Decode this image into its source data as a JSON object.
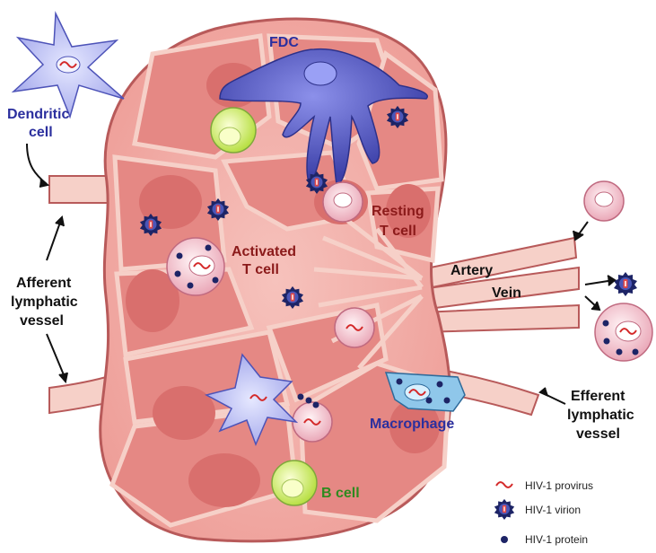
{
  "labels": {
    "fdc": "FDC",
    "dendritic_line1": "Dendritic",
    "dendritic_line2": "cell",
    "resting_line1": "Resting",
    "resting_line2": "T cell",
    "activated_line1": "Activated",
    "activated_line2": "T cell",
    "afferent_line1": "Afferent",
    "afferent_line2": "lymphatic",
    "afferent_line3": "vessel",
    "artery": "Artery",
    "vein": "Vein",
    "macrophage": "Macrophage",
    "b_cell": "B cell",
    "efferent_line1": "Efferent",
    "efferent_line2": "lymphatic",
    "efferent_line3": "vessel"
  },
  "legend": {
    "provirus": "HIV-1 provirus",
    "virion": "HIV-1 virion",
    "protein": "HIV-1 protein"
  },
  "colors": {
    "node_outline": "#b85a5a",
    "node_fill": "#f2b3ad",
    "lobule_fill": "#e58884",
    "follicle_fill": "#d96f6d",
    "vessel_fill": "#f6d0c8",
    "fdc_blue": "#5a5fc8",
    "virion_navy": "#1d2466",
    "b_cell_green": "#d9f27a",
    "tcell_pink": "#f4c6cf"
  }
}
